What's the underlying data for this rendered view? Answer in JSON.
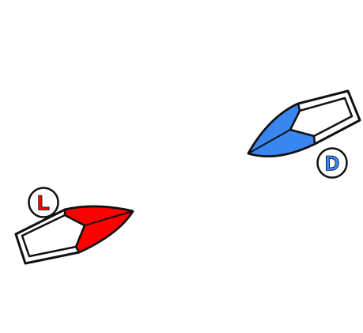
{
  "boats": [
    {
      "id": "boat-leeward",
      "label": "L",
      "color": "#ff0000",
      "badge_text_color": "#ff0000"
    },
    {
      "id": "boat-windward",
      "label": "D",
      "color": "#3a86f0",
      "badge_text_color": "#3a86f0"
    }
  ]
}
